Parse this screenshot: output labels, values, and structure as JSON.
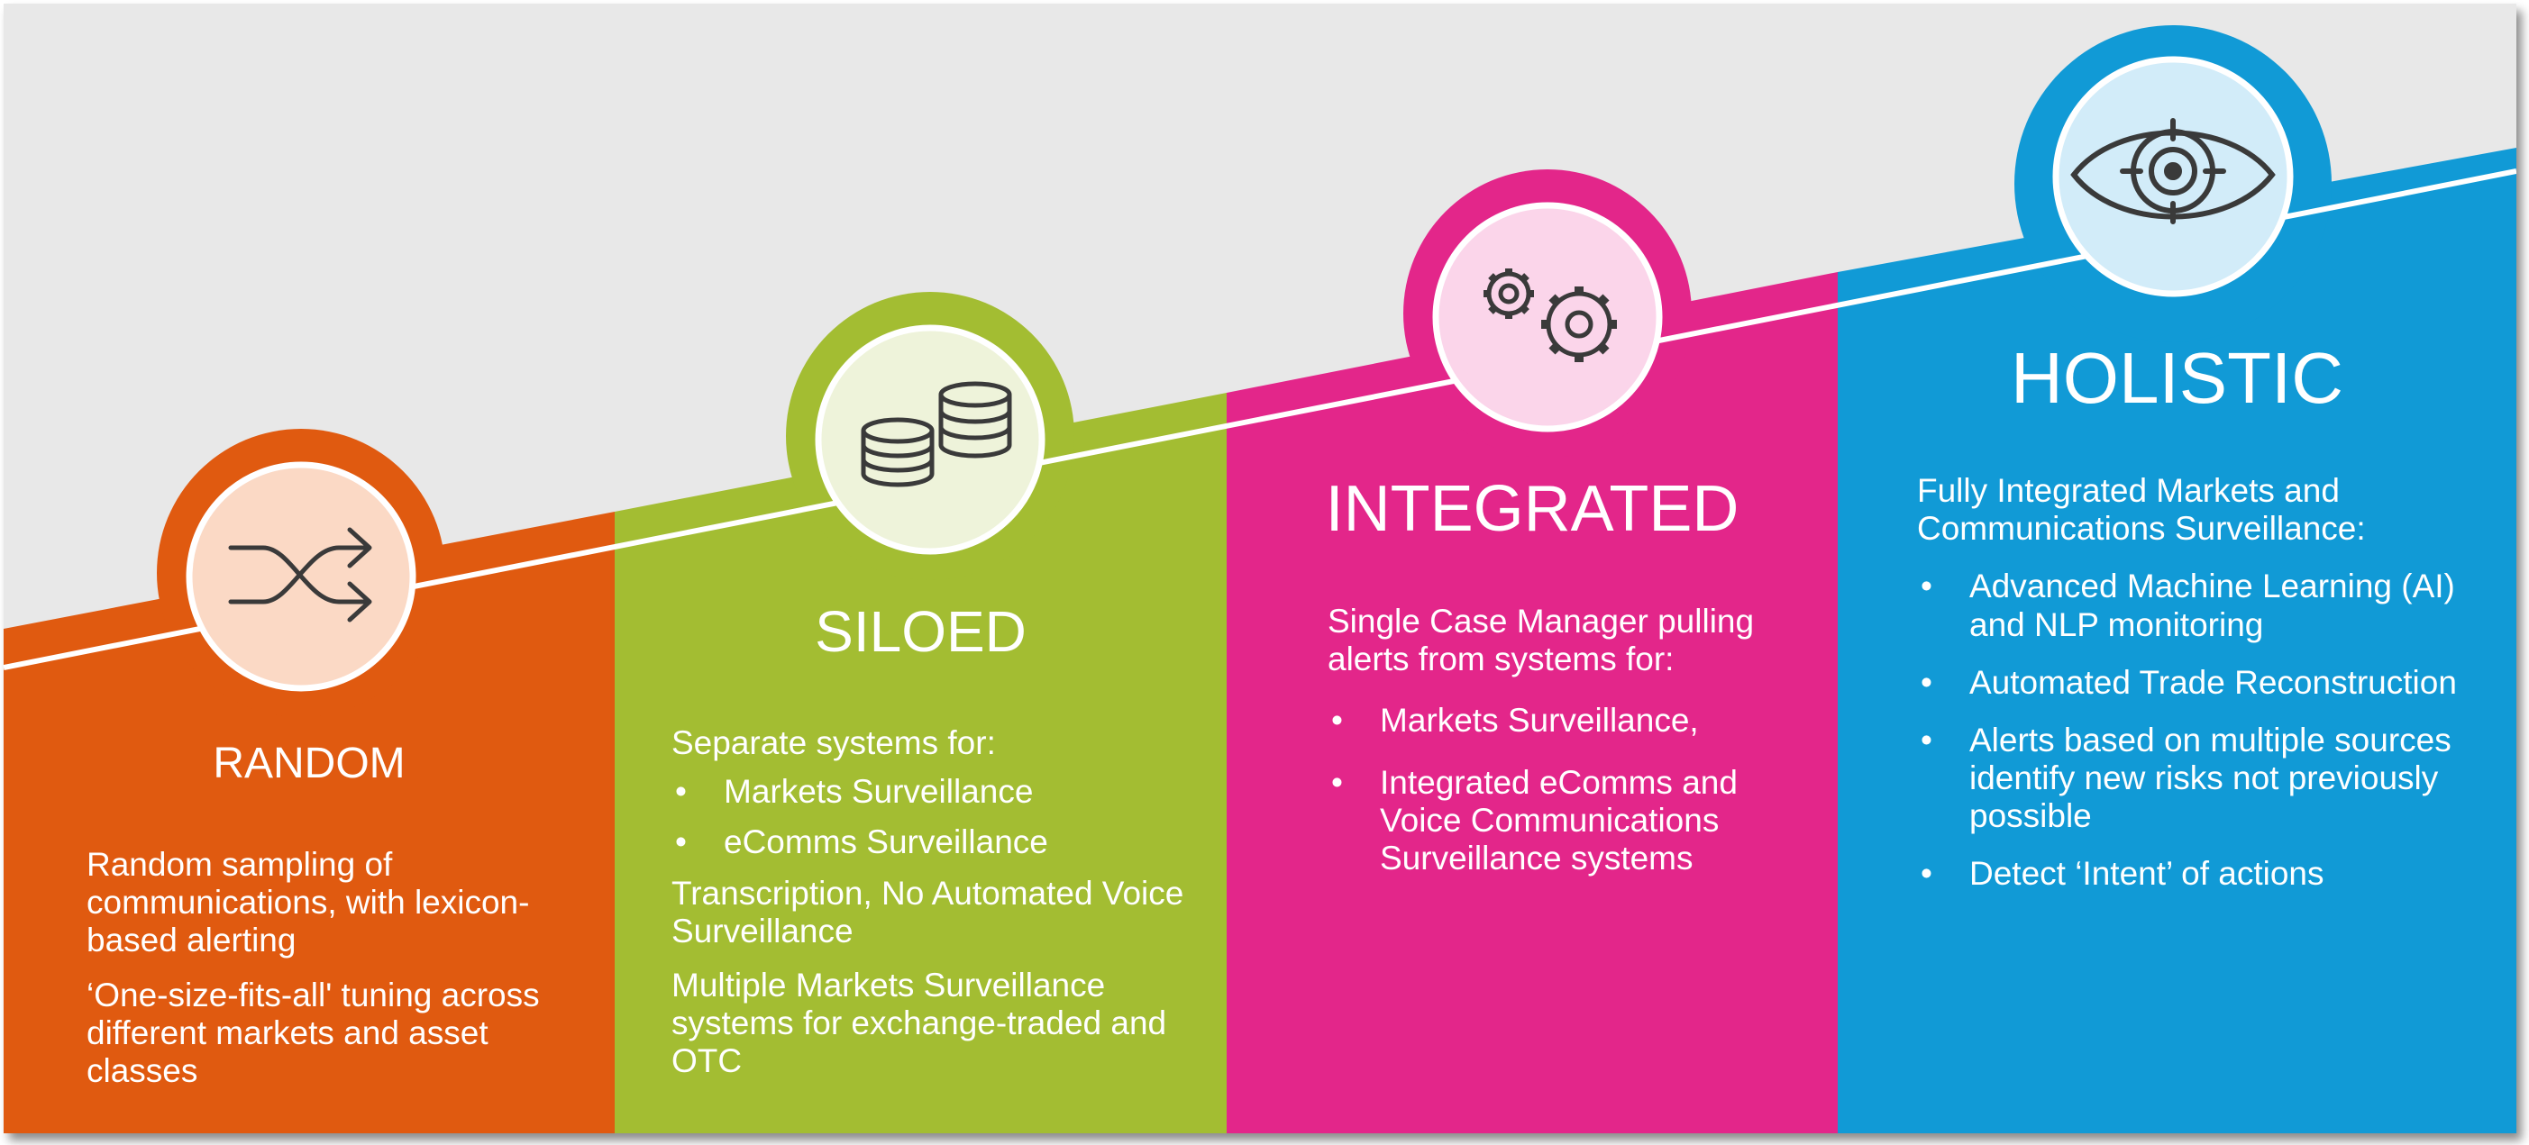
{
  "colors": {
    "background": "#e8e8e8",
    "random": "#e05a10",
    "siloed": "#a3bd32",
    "integrated": "#e3268a",
    "holistic": "#119ad6"
  },
  "stages": [
    {
      "key": "random",
      "title": "RANDOM",
      "icon": "shuffle-icon",
      "paragraphs": [
        "Random sampling of communications, with lexicon-based alerting",
        "‘One-size-fits-all' tuning across different markets and asset classes"
      ]
    },
    {
      "key": "siloed",
      "title": "SILOED",
      "icon": "coins-icon",
      "intro": "Separate systems for:",
      "bullets": [
        "Markets Surveillance",
        "eComms Surveillance"
      ],
      "paragraphs": [
        "Transcription, No Automated Voice Surveillance",
        "Multiple Markets Surveillance systems for exchange-traded and OTC"
      ]
    },
    {
      "key": "integrated",
      "title": "INTEGRATED",
      "icon": "gears-icon",
      "intro": "Single Case Manager pulling alerts from systems for:",
      "bullets": [
        "Markets Surveillance,",
        "Integrated eComms and Voice Communications Surveillance systems"
      ]
    },
    {
      "key": "holistic",
      "title": "HOLISTIC",
      "icon": "eye-icon",
      "intro": "Fully Integrated Markets and Communications Surveillance:",
      "bullets": [
        "Advanced Machine Learning (AI) and NLP monitoring",
        "Automated Trade Reconstruction",
        "Alerts based on multiple sources identify new risks not previously possible",
        "Detect ‘Intent’ of actions"
      ]
    }
  ]
}
